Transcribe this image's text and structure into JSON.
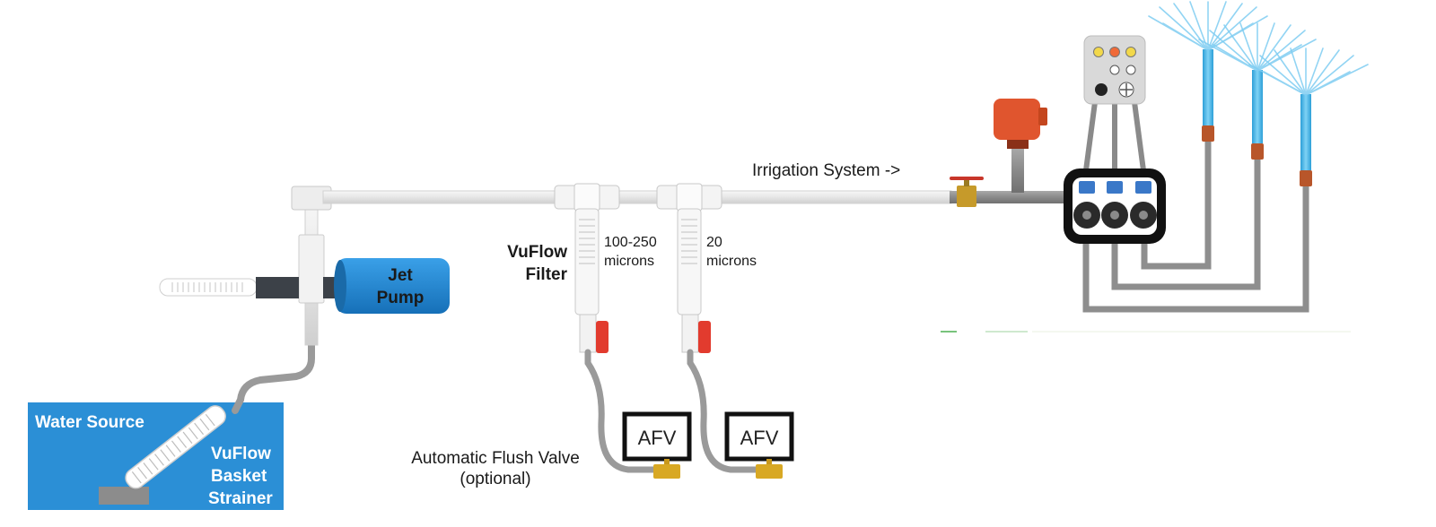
{
  "labels": {
    "water_source": "Water Source",
    "strainer": [
      "VuFlow",
      "Basket",
      "Strainer"
    ],
    "jet_pump": [
      "Jet",
      "Pump"
    ],
    "vuflow_filter": [
      "VuFlow",
      "Filter"
    ],
    "filter1_rating": [
      "100-250",
      "microns"
    ],
    "filter2_rating": [
      "20",
      "microns"
    ],
    "irrigation": "Irrigation System ->",
    "afv": "AFV",
    "flush_valve": [
      "Automatic Flush Valve",
      "(optional)"
    ]
  },
  "colors": {
    "water": "#2b8fd6",
    "pump": "#1f86cf",
    "pipe_white": "#e9e9e9",
    "pipe_grey": "#8a8a8a",
    "hose_grey": "#9a9a9a",
    "valve_red": "#e23b2e",
    "brass": "#d8a824",
    "controller_black": "#111111",
    "sprinkler_blue": "#46b4e6",
    "coupling_orange": "#b8562a"
  },
  "icons": [
    "valve-icon",
    "sprinkler-icon",
    "control-box-icon",
    "solenoid-icon"
  ]
}
